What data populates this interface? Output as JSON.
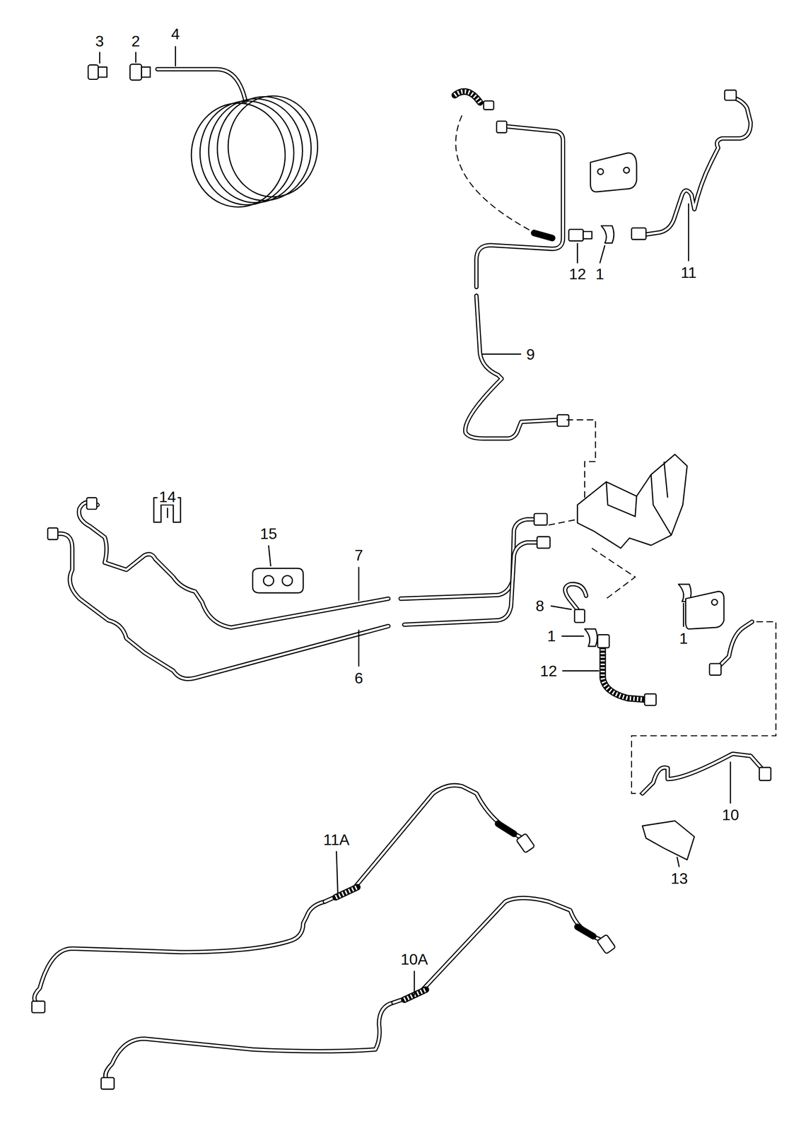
{
  "diagram": {
    "labels": [
      "4",
      "3",
      "2",
      "12",
      "1",
      "11",
      "9",
      "14",
      "15",
      "7",
      "8",
      "1",
      "1",
      "6",
      "12",
      "10",
      "13",
      "11A",
      "10A"
    ]
  }
}
